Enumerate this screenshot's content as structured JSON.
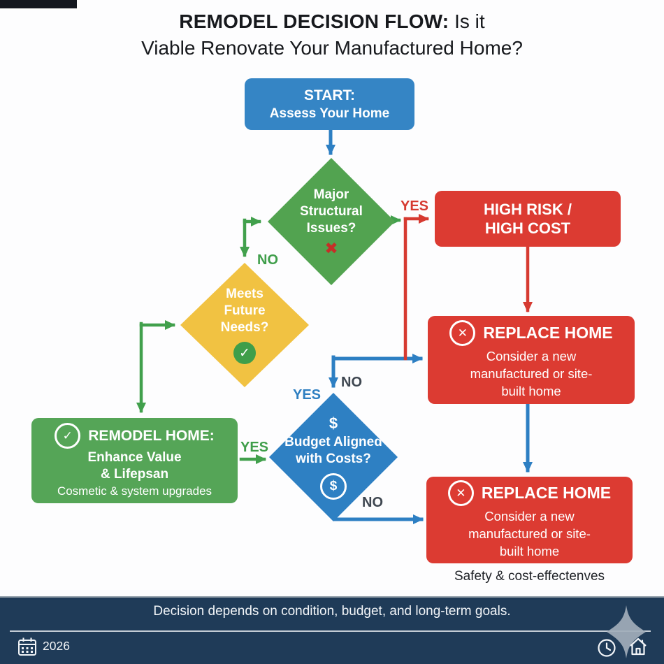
{
  "title": {
    "line1_bold": "REMODEL DECISION FLOW:",
    "line1_rest": " Is it",
    "line2": "Viable Renovate Your Manufactured Home?"
  },
  "nodes": {
    "start": {
      "line1": "START:",
      "line2": "Assess Your Home"
    },
    "structural": {
      "question": "Major Structural Issues?"
    },
    "future": {
      "question": "Meets Future Needs?"
    },
    "budget": {
      "dollar": "$",
      "question": "Budget Aligned with Costs?"
    },
    "high_risk": {
      "line1": "HIGH RISK /",
      "line2": "HIGH COST"
    },
    "replace_top": {
      "title": "REPLACE HOME",
      "body": "Consider a new manufactured or site-built home"
    },
    "replace_bottom": {
      "title": "REPLACE HOME",
      "body": "Consider a new manufactured or site-built home"
    },
    "remodel": {
      "title": "REMODEL HOME:",
      "line2": "Enhance Value",
      "line3": "& Lifepsan",
      "body": "Cosmetic & system upgrades"
    }
  },
  "edge_labels": {
    "structural_yes": "YES",
    "structural_no": "NO",
    "budget_entry_yes": "YES",
    "budget_entry_no": "NO",
    "remodel_yes": "YES",
    "budget_no": "NO"
  },
  "icons": {
    "x_mark": "✖",
    "cross": "✕",
    "check": "✓",
    "dollar": "$"
  },
  "caption": "Safety & cost-effectenves",
  "footer": {
    "message": "Decision depends on condition, budget, and long-term goals.",
    "year": "2026"
  },
  "colors": {
    "blue": "#3585c5",
    "green": "#52a350",
    "yellow": "#f1c242",
    "red": "#dc3b32",
    "navy": "#1f3b58"
  }
}
